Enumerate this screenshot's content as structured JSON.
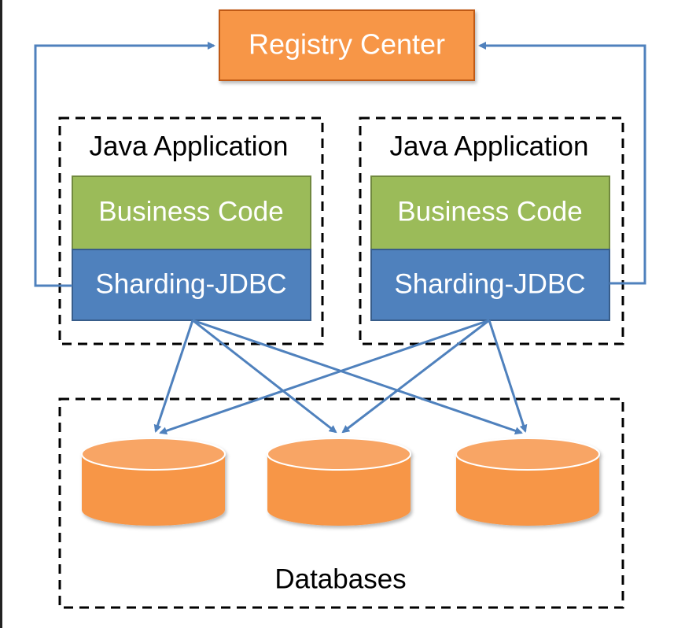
{
  "registry": {
    "label": "Registry Center"
  },
  "applications": [
    {
      "title": "Java Application",
      "business_label": "Business Code",
      "sharding_label": "Sharding-JDBC"
    },
    {
      "title": "Java Application",
      "business_label": "Business Code",
      "sharding_label": "Sharding-JDBC"
    }
  ],
  "databases": {
    "label": "Databases",
    "count": 3
  },
  "colors": {
    "registry_fill": "#f79646",
    "registry_stroke": "#c05a13",
    "business_fill": "#9bbb59",
    "business_stroke": "#71893f",
    "sharding_fill": "#4f81bd",
    "sharding_stroke": "#385d8a",
    "arrow": "#4f81bd",
    "db_fill": "#f79646",
    "db_top": "#f8a565",
    "text_light": "#ffffff",
    "text_dark": "#000000"
  }
}
